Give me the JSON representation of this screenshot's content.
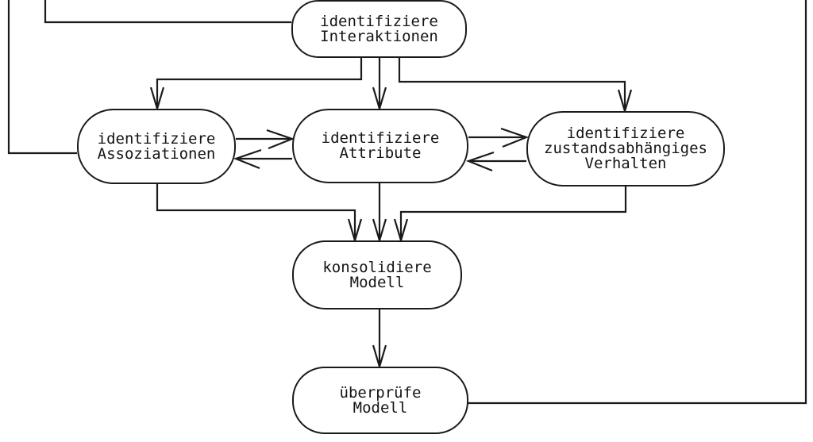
{
  "diagram": {
    "background_color": "#ffffff",
    "line_color": "#1a1a1a",
    "nodes": [
      {
        "id": "interaktionen",
        "lines": [
          "identifiziere",
          "Interaktionen"
        ]
      },
      {
        "id": "assoziationen",
        "lines": [
          "identifiziere",
          "Assoziationen"
        ]
      },
      {
        "id": "attribute",
        "lines": [
          "identifiziere",
          "Attribute"
        ]
      },
      {
        "id": "verhalten",
        "lines": [
          "identifiziere",
          "zustandsabhängiges",
          "Verhalten"
        ]
      },
      {
        "id": "konsolidiere",
        "lines": [
          "konsolidiere",
          "Modell"
        ]
      },
      {
        "id": "ueberpruefe",
        "lines": [
          "überprüfe",
          "Modell"
        ]
      }
    ],
    "edges": [
      {
        "from": "interaktionen",
        "to": "assoziationen",
        "arrow": true
      },
      {
        "from": "interaktionen",
        "to": "attribute",
        "arrow": true
      },
      {
        "from": "interaktionen",
        "to": "verhalten",
        "arrow": true
      },
      {
        "from": "assoziationen",
        "to": "attribute",
        "arrow": true
      },
      {
        "from": "attribute",
        "to": "assoziationen",
        "arrow": true
      },
      {
        "from": "attribute",
        "to": "verhalten",
        "arrow": true
      },
      {
        "from": "verhalten",
        "to": "attribute",
        "arrow": true
      },
      {
        "from": "assoziationen",
        "to": "konsolidiere",
        "arrow": true
      },
      {
        "from": "attribute",
        "to": "konsolidiere",
        "arrow": true
      },
      {
        "from": "verhalten",
        "to": "konsolidiere",
        "arrow": true
      },
      {
        "from": "konsolidiere",
        "to": "ueberpruefe",
        "arrow": true
      },
      {
        "from": "ueberpruefe",
        "to": "offscreen-top-right",
        "arrow": false
      },
      {
        "from": "offscreen-top-left-outer",
        "to": "assoziationen",
        "arrow": false
      },
      {
        "from": "offscreen-top-left-inner",
        "to": "interaktionen",
        "arrow": false
      }
    ]
  }
}
